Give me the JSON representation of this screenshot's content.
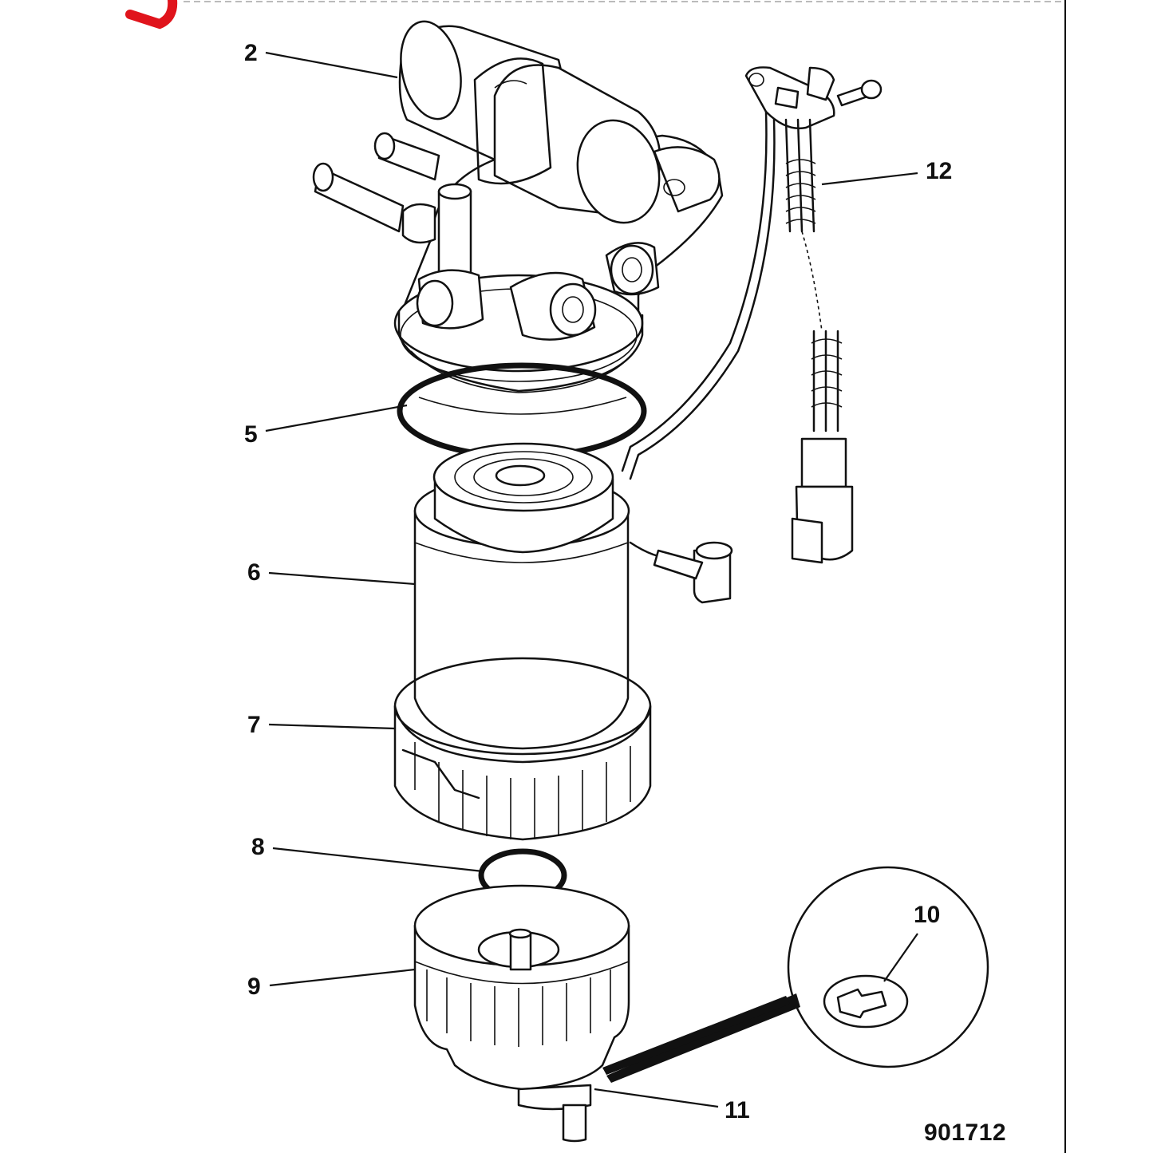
{
  "diagram": {
    "reference_number": "901712",
    "callouts": [
      {
        "id": "callout-2",
        "label": "2"
      },
      {
        "id": "callout-5",
        "label": "5"
      },
      {
        "id": "callout-6",
        "label": "6"
      },
      {
        "id": "callout-7",
        "label": "7"
      },
      {
        "id": "callout-8",
        "label": "8"
      },
      {
        "id": "callout-9",
        "label": "9"
      },
      {
        "id": "callout-10",
        "label": "10"
      },
      {
        "id": "callout-11",
        "label": "11"
      },
      {
        "id": "callout-12",
        "label": "12"
      }
    ],
    "colors": {
      "line": "#111111",
      "background": "#ffffff",
      "corner_mark": "#e0141c"
    }
  }
}
